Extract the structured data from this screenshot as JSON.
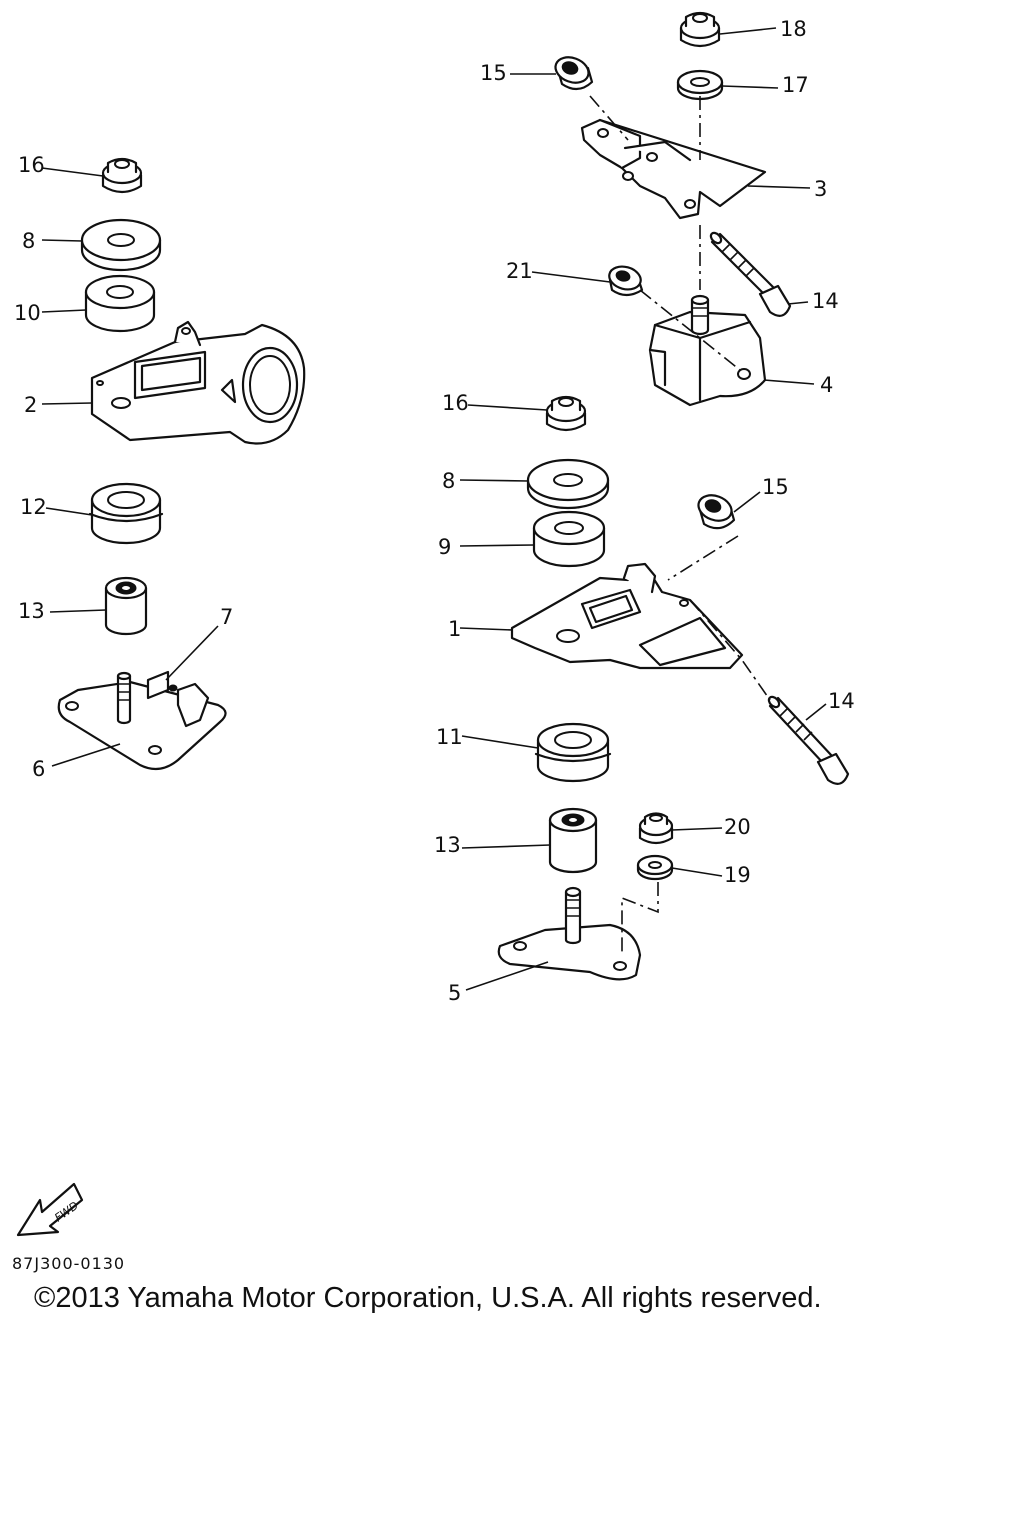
{
  "callouts": {
    "c1": "1",
    "c2": "2",
    "c3": "3",
    "c4": "4",
    "c5": "5",
    "c6": "6",
    "c7": "7",
    "c8a": "8",
    "c8b": "8",
    "c9": "9",
    "c10": "10",
    "c11": "11",
    "c12": "12",
    "c13a": "13",
    "c13b": "13",
    "c14a": "14",
    "c14b": "14",
    "c15a": "15",
    "c15b": "15",
    "c16a": "16",
    "c16b": "16",
    "c17": "17",
    "c18": "18",
    "c19": "19",
    "c20": "20",
    "c21": "21"
  },
  "fwd_label": "FWD",
  "diagram_code": "87J300-0130",
  "copyright": "©2013 Yamaha Motor Corporation, U.S.A. All rights reserved."
}
